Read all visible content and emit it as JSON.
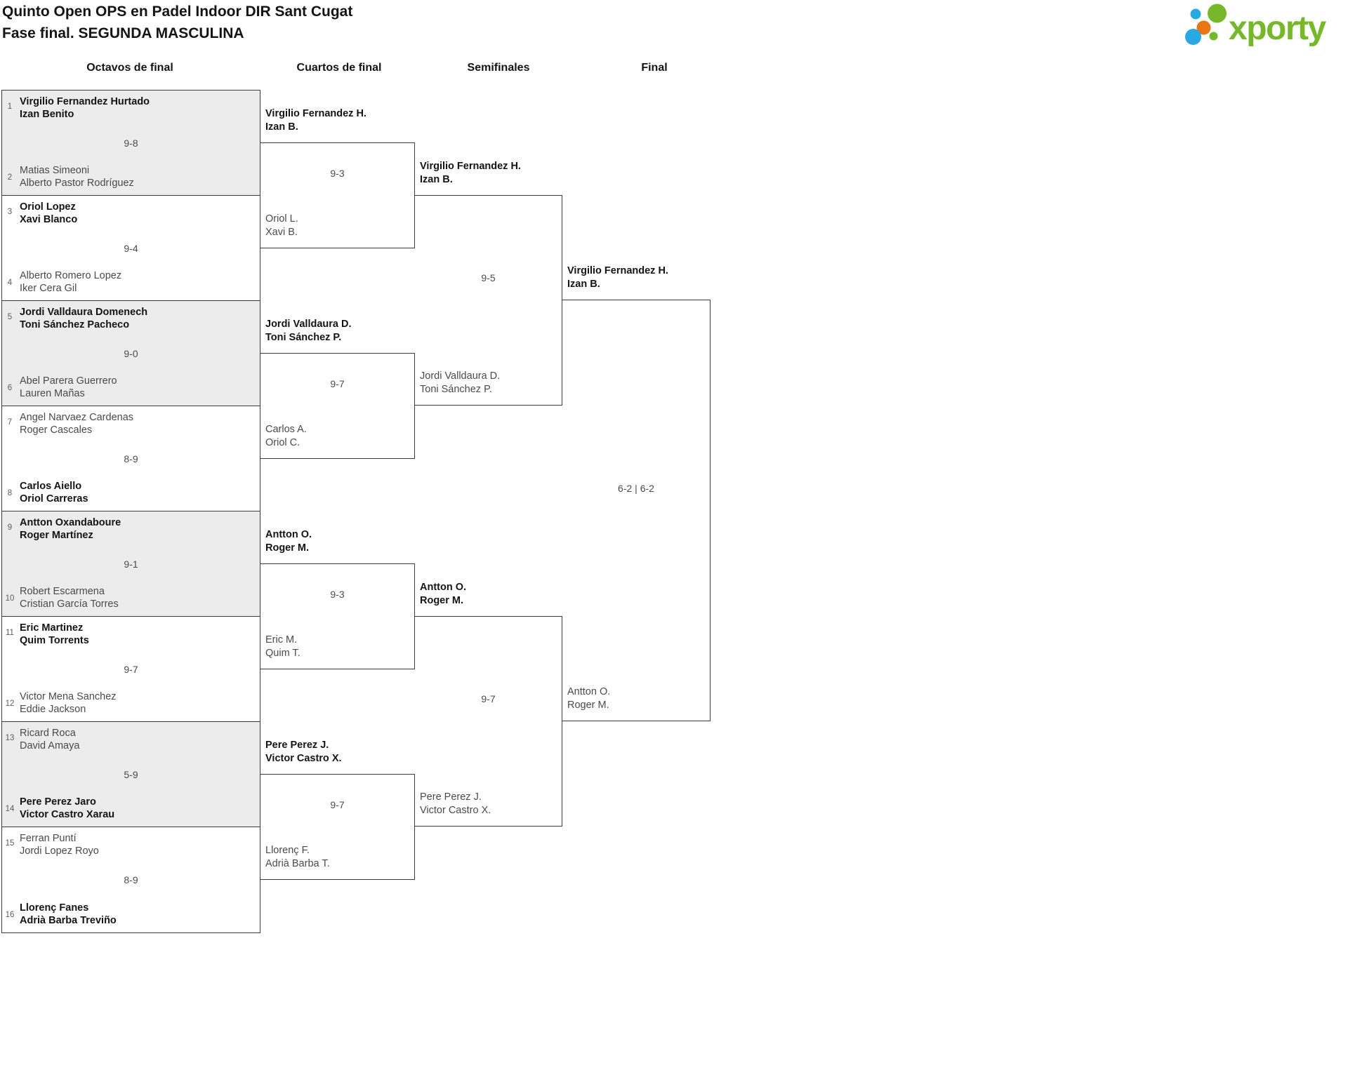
{
  "title": {
    "line1": "Quinto Open OPS en Padel Indoor DIR Sant Cugat",
    "line2": "Fase final. SEGUNDA MASCULINA"
  },
  "logo": {
    "name": "xporty",
    "green": "#76b82a",
    "blue": "#29a9e1",
    "orange": "#e87613"
  },
  "round_headers": [
    "Octavos de final",
    "Cuartos de final",
    "Semifinales",
    "Final"
  ],
  "octavos": [
    {
      "seed1": "1",
      "team1": [
        "Virgilio Fernandez Hurtado",
        "Izan Benito"
      ],
      "score": "9-8",
      "seed2": "2",
      "team2": [
        "Matias Simeoni",
        "Alberto Pastor Rodríguez"
      ],
      "winner": "team1"
    },
    {
      "seed1": "3",
      "team1": [
        "Oriol Lopez",
        "Xavi Blanco"
      ],
      "score": "9-4",
      "seed2": "4",
      "team2": [
        "Alberto Romero Lopez",
        "Iker Cera Gil"
      ],
      "winner": "team1"
    },
    {
      "seed1": "5",
      "team1": [
        "Jordi Valldaura Domenech",
        "Toni Sánchez Pacheco"
      ],
      "score": "9-0",
      "seed2": "6",
      "team2": [
        "Abel Parera Guerrero",
        "Lauren Mañas"
      ],
      "winner": "team1"
    },
    {
      "seed1": "7",
      "team1": [
        "Angel Narvaez Cardenas",
        "Roger Cascales"
      ],
      "score": "8-9",
      "seed2": "8",
      "team2": [
        "Carlos Aiello",
        "Oriol Carreras"
      ],
      "winner": "team2"
    },
    {
      "seed1": "9",
      "team1": [
        "Antton Oxandaboure",
        "Roger Martínez"
      ],
      "score": "9-1",
      "seed2": "10",
      "team2": [
        "Robert Escarmena",
        "Cristian García Torres"
      ],
      "winner": "team1"
    },
    {
      "seed1": "11",
      "team1": [
        "Eric Martinez",
        "Quim Torrents"
      ],
      "score": "9-7",
      "seed2": "12",
      "team2": [
        "Victor Mena Sanchez",
        "Eddie Jackson"
      ],
      "winner": "team1"
    },
    {
      "seed1": "13",
      "team1": [
        "Ricard Roca",
        "David Amaya"
      ],
      "score": "5-9",
      "seed2": "14",
      "team2": [
        "Pere Perez Jaro",
        "Victor Castro Xarau"
      ],
      "winner": "team2"
    },
    {
      "seed1": "15",
      "team1": [
        "Ferran Puntí",
        "Jordi Lopez Royo"
      ],
      "score": "8-9",
      "seed2": "16",
      "team2": [
        "Llorenç Fanes",
        "Adrià Barba Treviño"
      ],
      "winner": "team2"
    }
  ],
  "cuartos": [
    {
      "winner": [
        "Virgilio Fernandez H.",
        "Izan B."
      ],
      "score": "9-3",
      "loser": [
        "Oriol L.",
        "Xavi B."
      ]
    },
    {
      "winner": [
        "Jordi Valldaura D.",
        "Toni Sánchez P."
      ],
      "score": "9-7",
      "loser": [
        "Carlos A.",
        "Oriol C."
      ]
    },
    {
      "winner": [
        "Antton O.",
        "Roger M."
      ],
      "score": "9-3",
      "loser": [
        "Eric M.",
        "Quim T."
      ]
    },
    {
      "winner": [
        "Pere Perez J.",
        "Victor Castro X."
      ],
      "score": "9-7",
      "loser": [
        "Llorenç F.",
        "Adrià Barba T."
      ]
    }
  ],
  "semifinales": [
    {
      "winner": [
        "Virgilio Fernandez H.",
        "Izan B."
      ],
      "score": "9-5",
      "loser": [
        "Jordi Valldaura D.",
        "Toni Sánchez P."
      ]
    },
    {
      "winner": [
        "Antton O.",
        "Roger M."
      ],
      "score": "9-7",
      "loser": [
        "Pere Perez J.",
        "Victor Castro X."
      ]
    }
  ],
  "final": {
    "winner": [
      "Virgilio Fernandez H.",
      "Izan B."
    ],
    "score": "6-2 | 6-2",
    "loser": [
      "Antton O.",
      "Roger M."
    ]
  }
}
